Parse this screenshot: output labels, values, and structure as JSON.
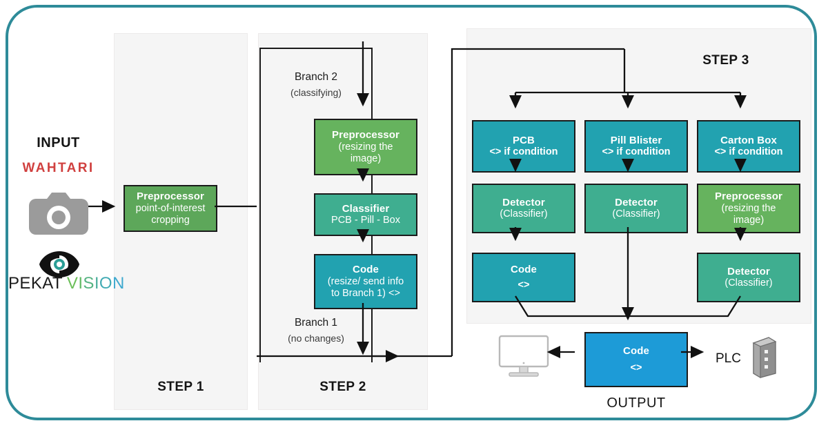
{
  "frame": {
    "accent_color": "#2e8b99"
  },
  "input": {
    "label": "INPUT",
    "brand": "WAHTARI",
    "camera_icon": "camera-icon",
    "pekat": {
      "part1": "PEKAT",
      "part2": "VISION"
    }
  },
  "steps": {
    "step1": {
      "label": "STEP 1"
    },
    "step2": {
      "label": "STEP 2"
    },
    "step3": {
      "label": "STEP 3"
    }
  },
  "branches": {
    "branch2": {
      "title": "Branch 2",
      "subtitle": "(classifying)"
    },
    "branch1": {
      "title": "Branch 1",
      "subtitle": "(no changes)"
    }
  },
  "nodes": {
    "poi_preprocessor": {
      "title": "Preprocessor",
      "line2": "point-of-interest",
      "line3": "cropping",
      "color": "#5da75a"
    },
    "resize_preprocessor_s2": {
      "title": "Preprocessor",
      "line2": "(resizing the",
      "line3": "image)",
      "color": "#66b35e"
    },
    "classifier_s2": {
      "title": "Classifier",
      "line2": "PCB - Pill - Box",
      "color": "#3fae90"
    },
    "code_s2": {
      "title": "Code",
      "line2": "(resize/ send info",
      "line3": "to Branch 1) <>",
      "color": "#22a2b0"
    },
    "pcb_cond": {
      "title": "PCB",
      "line2": "<> if condition",
      "color": "#22a2b0"
    },
    "pill_cond": {
      "title": "Pill Blister",
      "line2": "<> if condition",
      "color": "#22a2b0"
    },
    "carton_cond": {
      "title": "Carton Box",
      "line2": "<> if condition",
      "color": "#22a2b0"
    },
    "detector_pcb": {
      "title": "Detector",
      "line2": "(Classifier)",
      "color": "#3fae90"
    },
    "detector_pill": {
      "title": "Detector",
      "line2": "(Classifier)",
      "color": "#3fae90"
    },
    "resize_preprocessor_s3": {
      "title": "Preprocessor",
      "line2": "(resizing the",
      "line3": "image)",
      "color": "#66b35e"
    },
    "code_pcb": {
      "title": "Code",
      "line2": "<>",
      "color": "#22a2b0"
    },
    "detector_carton": {
      "title": "Detector",
      "line2": "(Classifier)",
      "color": "#3fae90"
    },
    "code_output": {
      "title": "Code",
      "line2": "<>",
      "color": "#1d9bd7"
    }
  },
  "output": {
    "label": "OUTPUT",
    "plc_label": "PLC",
    "monitor_icon": "monitor-icon",
    "plc_icon": "plc-device-icon"
  }
}
